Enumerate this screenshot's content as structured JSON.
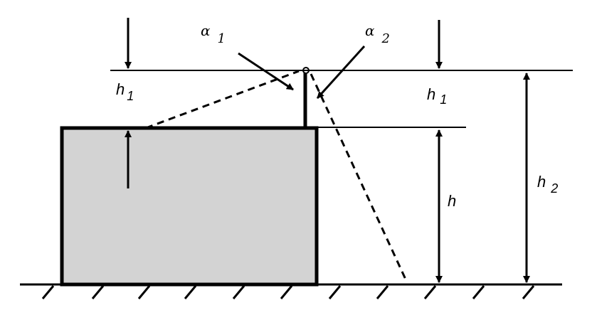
{
  "labels": {
    "alpha1": {
      "symbol": "α",
      "sub": "1"
    },
    "alpha2": {
      "symbol": "α",
      "sub": "2"
    },
    "h1_left": {
      "symbol": "h",
      "sub": "1"
    },
    "h1_right": {
      "symbol": "h",
      "sub": "1"
    },
    "h": {
      "symbol": "h",
      "sub": ""
    },
    "h2": {
      "symbol": "h",
      "sub": "2"
    }
  },
  "colors": {
    "building_fill": "#d3d3d3",
    "stroke": "#000000"
  }
}
